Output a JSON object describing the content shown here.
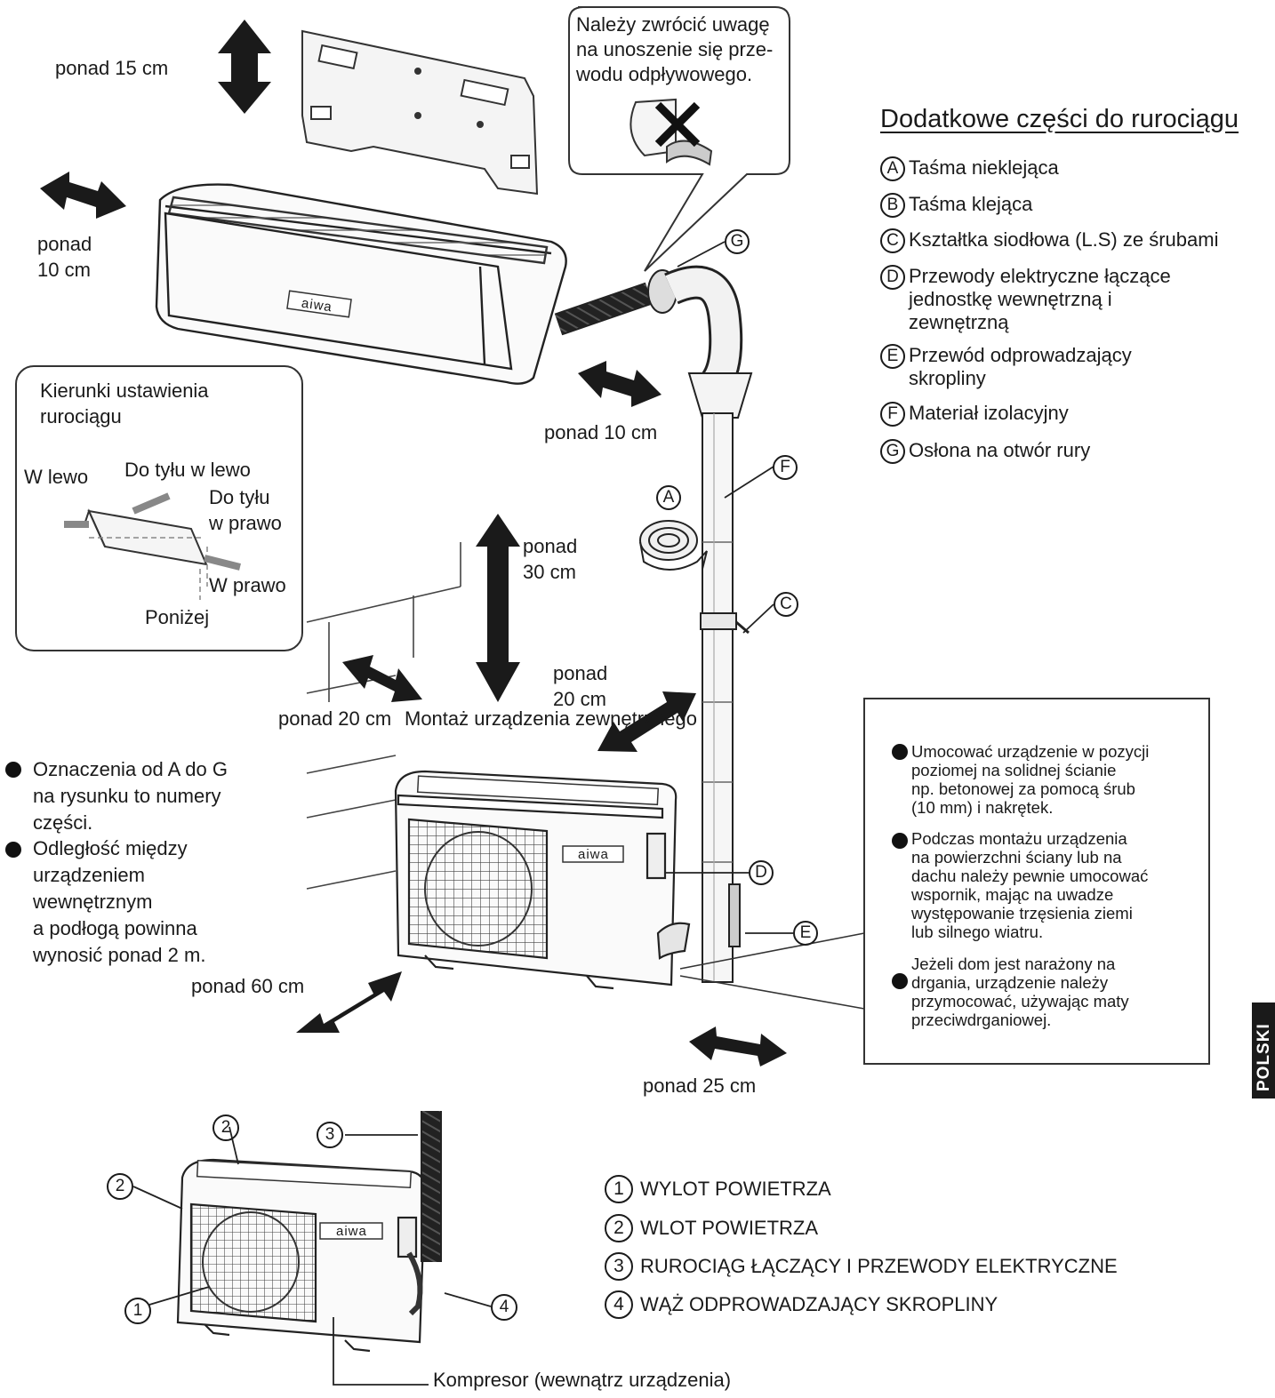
{
  "clearances": {
    "top": "ponad 15 cm",
    "left_side": "ponad\n10 cm",
    "right_side": "ponad 10 cm",
    "outdoor_top": "ponad\n30 cm",
    "outdoor_right": "ponad\n20 cm",
    "outdoor_left": "ponad 20 cm",
    "outdoor_front": "ponad 60 cm",
    "outdoor_right_low": "ponad 25 cm"
  },
  "outdoor_mount_label": "Montaż urządzenia zewnętrznego",
  "warning_callout": "Należy zwrócić uwagę\nna unoszenie się prze-\nwodu odpływowego.",
  "piping_directions": {
    "title": "Kierunki ustawienia\nrurociągu",
    "left": "W lewo",
    "back_left": "Do tyłu w lewo",
    "back_right": "Do tyłu\nw prawo",
    "right": "W prawo",
    "below": "Poniżej"
  },
  "parts": {
    "title": "Dodatkowe części do rurociągu",
    "items": [
      {
        "letter": "A",
        "text": "Taśma nieklejąca"
      },
      {
        "letter": "B",
        "text": "Taśma klejąca"
      },
      {
        "letter": "C",
        "text": "Kształtka siodłowa (L.S) ze śrubami"
      },
      {
        "letter": "D",
        "text": "Przewody elektryczne łączące\n   jednostkę wewnętrzną i\n   zewnętrzną"
      },
      {
        "letter": "E",
        "text": "Przewód odprowadzający\n   skropliny"
      },
      {
        "letter": "F",
        "text": "Materiał izolacyjny"
      },
      {
        "letter": "G",
        "text": "Osłona na otwór rury"
      }
    ]
  },
  "diagram_letters": [
    "A",
    "C",
    "D",
    "E",
    "F",
    "G"
  ],
  "brand": "aiwa",
  "notes_box": [
    "Umocować urządzenie w pozycji\npoziomej na solidnej ścianie\nnp. betonowej za pomocą śrub\n(10 mm) i nakrętek.",
    "Podczas montażu urządzenia\nna powierzchni ściany lub na\ndachu należy pewnie umocować\nwspornik, mając na uwadze\nwystępowanie trzęsienia ziemi\nlub silnego wiatru.",
    "Jeżeli dom jest narażony na\ndrgania, urządzenie należy\nprzymocować, używając maty\nprzeciwdrganiowej."
  ],
  "left_notes": [
    "Oznaczenia od A do G\nna rysunku to numery\nczęści.",
    "Odległość między\nurządzeniem\nwewnętrznym\na podłogą powinna\nwynosić ponad 2 m."
  ],
  "bottom_legend": [
    {
      "num": "1",
      "text": "WYLOT POWIETRZA"
    },
    {
      "num": "2",
      "text": "WLOT POWIETRZA"
    },
    {
      "num": "3",
      "text": "RUROCIĄG ŁĄCZĄCY I PRZEWODY ELEKTRYCZNE"
    },
    {
      "num": "4",
      "text": "WĄŻ ODPROWADZAJĄCY SKROPLINY"
    }
  ],
  "bottom_numbers": [
    "1",
    "2",
    "2",
    "3",
    "4"
  ],
  "compressor_label": "Kompresor (wewnątrz urządzenia)",
  "side_tab": "POLSKI"
}
